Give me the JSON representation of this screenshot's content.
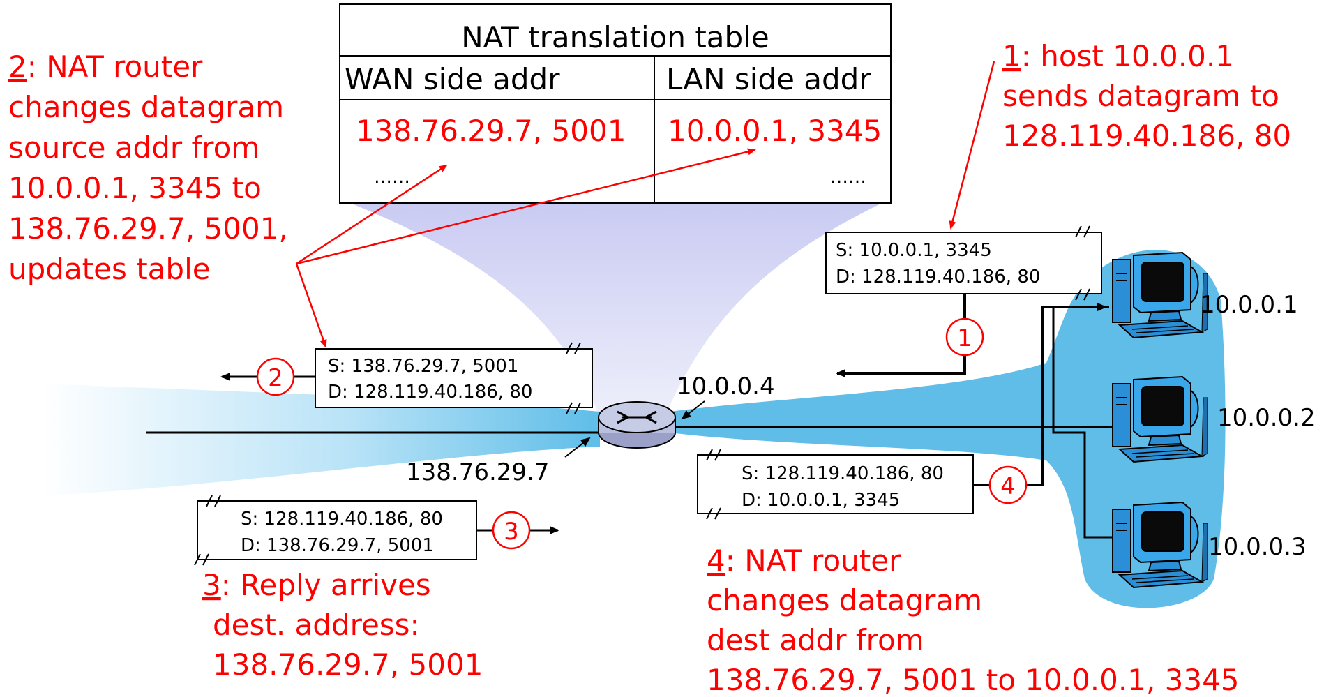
{
  "colors": {
    "annotation": "#ff0000",
    "network_fill": "#5fbde8",
    "network_light": "#b9e3f7",
    "table_cone": "#d7d8f5",
    "router": "#b9bfde"
  },
  "nat_table": {
    "title": "NAT translation table",
    "col_wan": "WAN side addr",
    "col_lan": "LAN side addr",
    "row1_wan": "138.76.29.7, 5001",
    "row1_lan": "10.0.0.1, 3345",
    "row2_wan": "……",
    "row2_lan": "……"
  },
  "steps": {
    "step1": {
      "num": "1",
      "text": ": host 10.0.0.1",
      "line2": "sends datagram to",
      "line3": "128.119.40.186, 80"
    },
    "step2": {
      "num": "2",
      "text": ": NAT router",
      "line2": "changes datagram",
      "line3": "source addr from",
      "line4": "10.0.0.1, 3345 to",
      "line5": "138.76.29.7, 5001,",
      "line6": "updates table"
    },
    "step3": {
      "num": "3",
      "text": ": Reply arrives",
      "line2": "dest. address:",
      "line3": "138.76.29.7, 5001"
    },
    "step4": {
      "num": "4",
      "text": ": NAT router",
      "line2": "changes datagram",
      "line3": "dest addr from",
      "line4": "138.76.29.7, 5001 to 10.0.0.1, 3345"
    }
  },
  "datagrams": {
    "d1": {
      "s": "S: 10.0.0.1, 3345",
      "d": "D: 128.119.40.186, 80",
      "badge": "1"
    },
    "d2": {
      "s": "S: 138.76.29.7, 5001",
      "d": "D: 128.119.40.186, 80",
      "badge": "2"
    },
    "d3": {
      "s": "S: 128.119.40.186, 80",
      "d": "D: 138.76.29.7, 5001",
      "badge": "3"
    },
    "d4": {
      "s": "S: 128.119.40.186, 80",
      "d": "D: 10.0.0.1, 3345",
      "badge": "4"
    }
  },
  "addresses": {
    "router_lan": "10.0.0.4",
    "router_wan": "138.76.29.7",
    "host1": "10.0.0.1",
    "host2": "10.0.0.2",
    "host3": "10.0.0.3"
  }
}
